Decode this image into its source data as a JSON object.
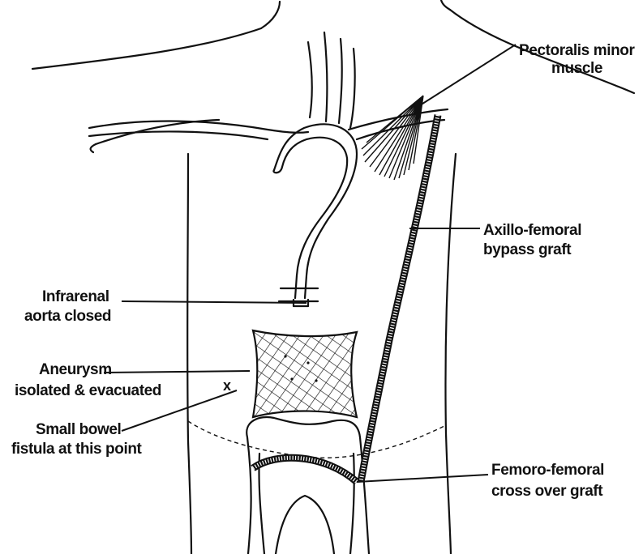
{
  "labels": {
    "pectoralis_line1": "Pectoralis minor",
    "pectoralis_line2": "muscle",
    "axillo_line1": "Axillo-femoral",
    "axillo_line2": "bypass graft",
    "infrarenal_line1": "Infrarenal",
    "infrarenal_line2": "aorta closed",
    "aneurysm_line1": "Aneurysm",
    "aneurysm_line2": "isolated & evacuated",
    "fistula_line1": "Small bowel",
    "fistula_line2": "fistula at this point",
    "femoro_line1": "Femoro-femoral",
    "femoro_line2": "cross over graft",
    "fistula_marker": "x"
  }
}
